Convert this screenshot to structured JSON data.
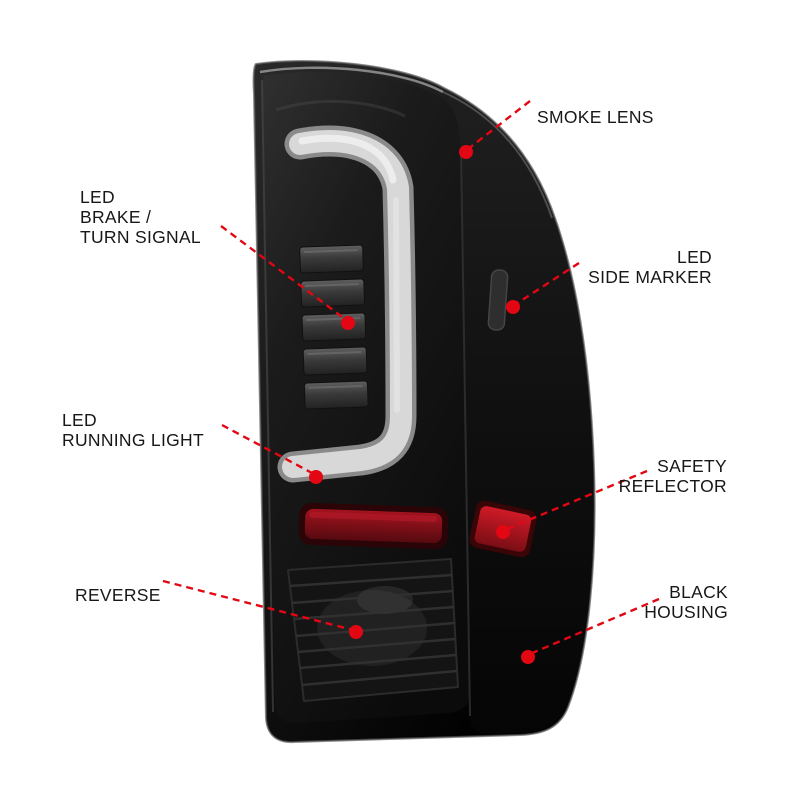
{
  "colors": {
    "background": "#ffffff",
    "leader_red": "#e30613",
    "label_text": "#171717",
    "housing_black": "#0a0a0a",
    "light_bar_gray": "#d8d8d8",
    "reflector_red": "#8c101c"
  },
  "callouts": [
    {
      "id": "smoke-lens",
      "text": "SMOKE LENS",
      "side": "right"
    },
    {
      "id": "led-brake-turn-signal",
      "text": "LED\nBRAKE /\nTURN SIGNAL",
      "side": "left"
    },
    {
      "id": "led-side-marker",
      "text": "LED\nSIDE MARKER",
      "side": "right"
    },
    {
      "id": "led-running-light",
      "text": "LED\nRUNNING LIGHT",
      "side": "left"
    },
    {
      "id": "safety-reflector",
      "text": "SAFETY\nREFLECTOR",
      "side": "right"
    },
    {
      "id": "reverse",
      "text": "REVERSE",
      "side": "left"
    },
    {
      "id": "black-housing",
      "text": "BLACK\nHOUSING",
      "side": "right"
    }
  ]
}
